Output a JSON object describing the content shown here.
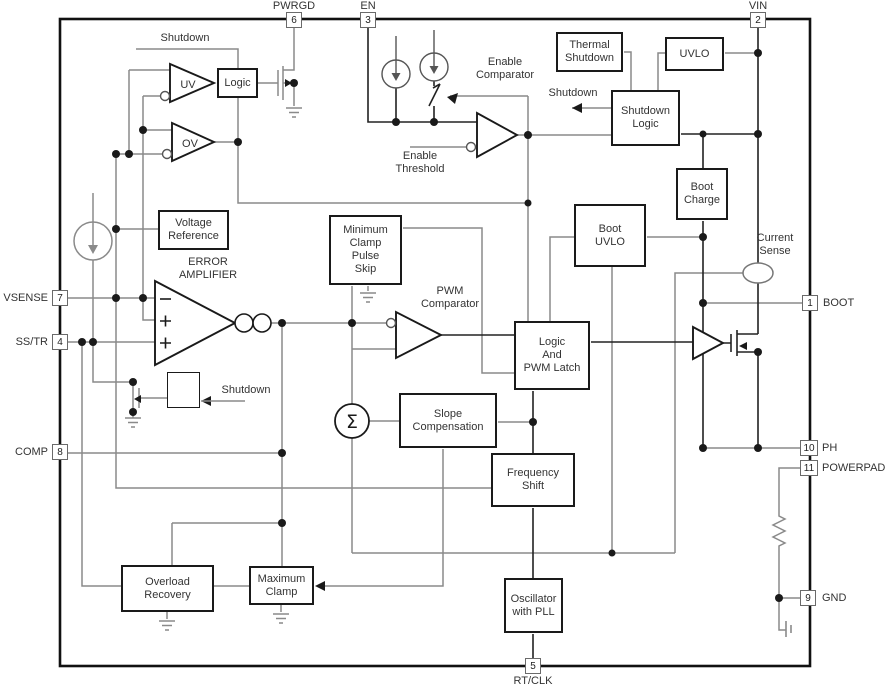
{
  "diagram": {
    "type": "functional-block-diagram",
    "pins": {
      "pwrgd": {
        "num": "6",
        "label": "PWRGD"
      },
      "en": {
        "num": "3",
        "label": "EN"
      },
      "vin": {
        "num": "2",
        "label": "VIN"
      },
      "vsense": {
        "num": "7",
        "label": "VSENSE"
      },
      "ss_tr": {
        "num": "4",
        "label": "SS/TR"
      },
      "comp": {
        "num": "8",
        "label": "COMP"
      },
      "boot": {
        "num": "1",
        "label": "BOOT"
      },
      "ph": {
        "num": "10",
        "label": "PH"
      },
      "powerpad": {
        "num": "11",
        "label": "POWERPAD"
      },
      "gnd": {
        "num": "9",
        "label": "GND"
      },
      "rt_clk": {
        "num": "5",
        "label": "RT/CLK"
      }
    },
    "blocks": {
      "logic": [
        "Logic"
      ],
      "voltage_reference": [
        "Voltage",
        "Reference"
      ],
      "thermal_shutdown": [
        "Thermal",
        "Shutdown"
      ],
      "uvlo": [
        "UVLO"
      ],
      "shutdown_logic": [
        "Shutdown",
        "Logic"
      ],
      "boot_charge": [
        "Boot",
        "Charge"
      ],
      "boot_uvlo": [
        "Boot",
        "UVLO"
      ],
      "minimum_clamp": [
        "Minimum",
        "Clamp",
        "Pulse",
        "Skip"
      ],
      "logic_pwm_latch": [
        "Logic",
        "And",
        "PWM Latch"
      ],
      "slope_compensation": [
        "Slope",
        "Compensation"
      ],
      "frequency_shift": [
        "Frequency",
        "Shift"
      ],
      "overload_recovery": [
        "Overload",
        "Recovery"
      ],
      "maximum_clamp": [
        "Maximum",
        "Clamp"
      ],
      "oscillator": [
        "Oscillator",
        "with PLL"
      ]
    },
    "annotations": {
      "shutdown_top": "Shutdown",
      "shutdown_mid": "Shutdown",
      "shutdown_ss": "Shutdown",
      "uv": "UV",
      "ov": "OV",
      "sigma": "Σ",
      "error_amplifier": [
        "ERROR",
        "AMPLIFIER"
      ],
      "pwm_comparator": [
        "PWM",
        "Comparator"
      ],
      "enable_comparator": [
        "Enable",
        "Comparator"
      ],
      "enable_threshold": [
        "Enable",
        "Threshold"
      ],
      "current_sense": [
        "Current",
        "Sense"
      ]
    },
    "colors": {
      "wire_gray": "#8a8a8a",
      "wire_dark": "#222222",
      "border": "#111111"
    }
  }
}
